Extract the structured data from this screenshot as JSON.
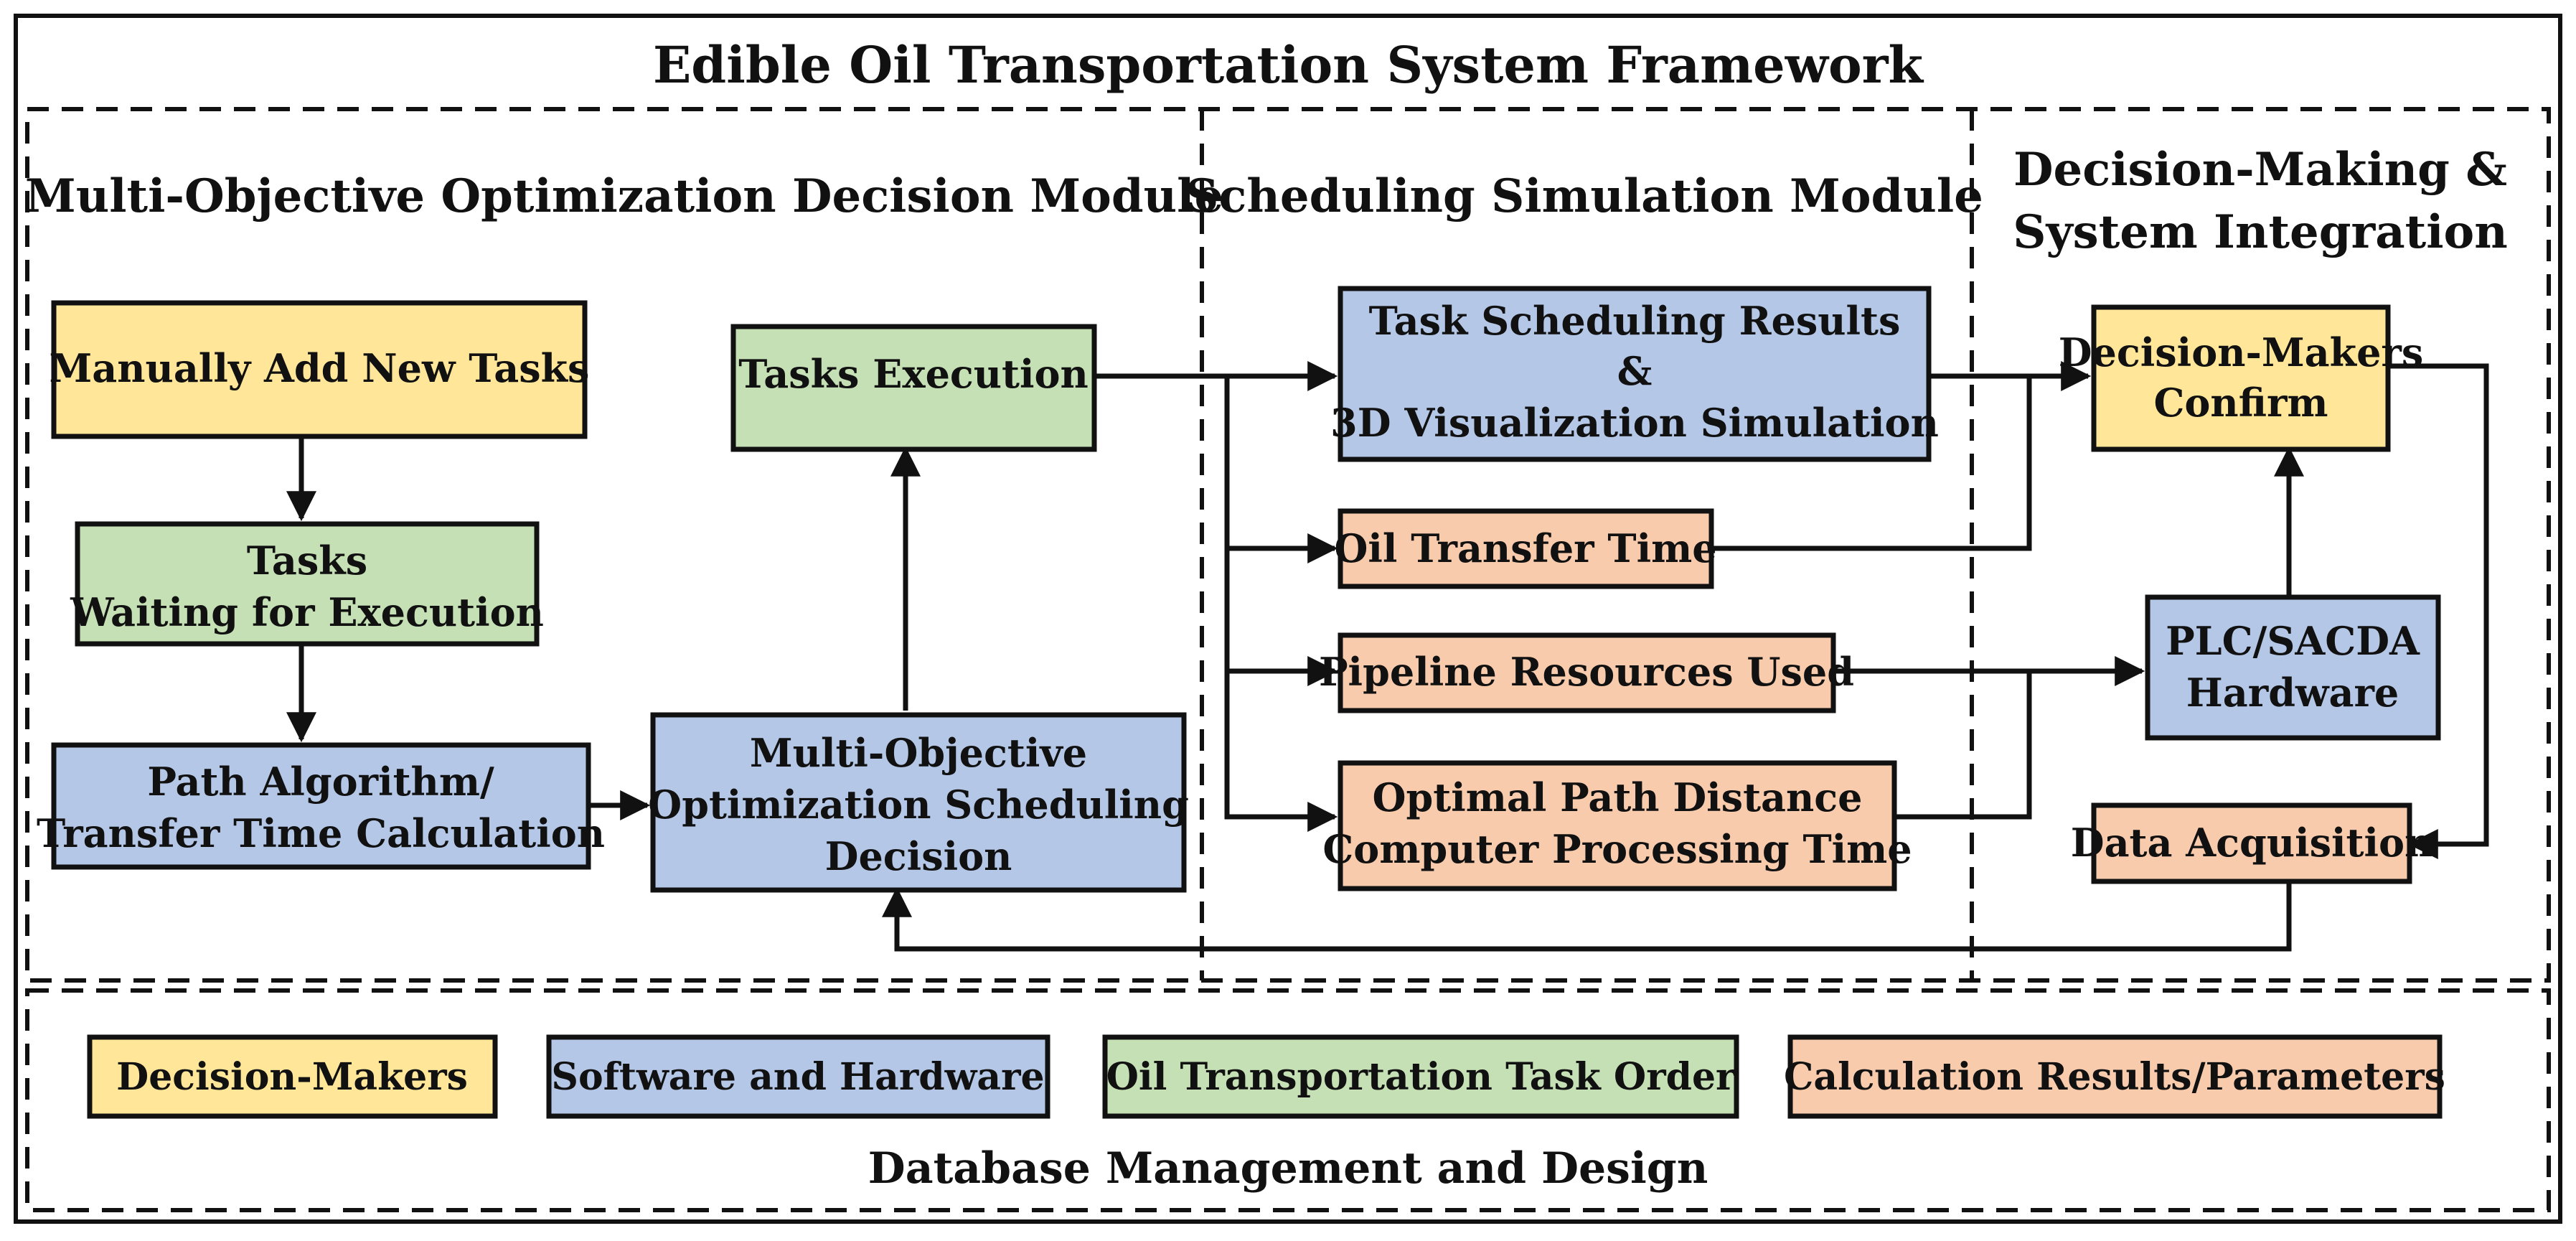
{
  "title": "Edible Oil Transportation System Framework",
  "sections": {
    "multi_objective": "Multi-Objective Optimization Decision Module",
    "scheduling": "Scheduling Simulation Module",
    "decision_line1": "Decision-Making &",
    "decision_line2": "System Integration"
  },
  "nodes": {
    "manually_add": "Manually Add New Tasks",
    "tasks_waiting": [
      "Tasks",
      "Waiting for Execution"
    ],
    "path_algorithm": [
      "Path Algorithm/",
      "Transfer Time Calculation"
    ],
    "multi_obj_decision": [
      "Multi-Objective",
      "Optimization Scheduling",
      "Decision"
    ],
    "tasks_execution": "Tasks Execution",
    "task_scheduling": [
      "Task Scheduling Results",
      "&",
      "3D Visualization Simulation"
    ],
    "oil_transfer": "Oil Transfer Time",
    "pipeline_resources": "Pipeline Resources Used",
    "optimal_path": [
      "Optimal Path Distance",
      "Computer Processing Time"
    ],
    "decision_makers_confirm": [
      "Decision-Makers",
      "Confirm"
    ],
    "plc_hardware": [
      "PLC/SACDA",
      "Hardware"
    ],
    "data_acquisition": "Data Acquisition"
  },
  "legend": {
    "decision_makers": "Decision-Makers",
    "software_hardware": "Software and Hardware",
    "task_order": "Oil Transportation Task Order",
    "calc_results": "Calculation Results/Parameters"
  },
  "footer": "Database Management and Design",
  "colors": {
    "yellow": "#FFE699",
    "blue": "#B4C7E7",
    "green": "#C5E0B4",
    "orange": "#F8CBAD",
    "stroke": "#111111"
  }
}
